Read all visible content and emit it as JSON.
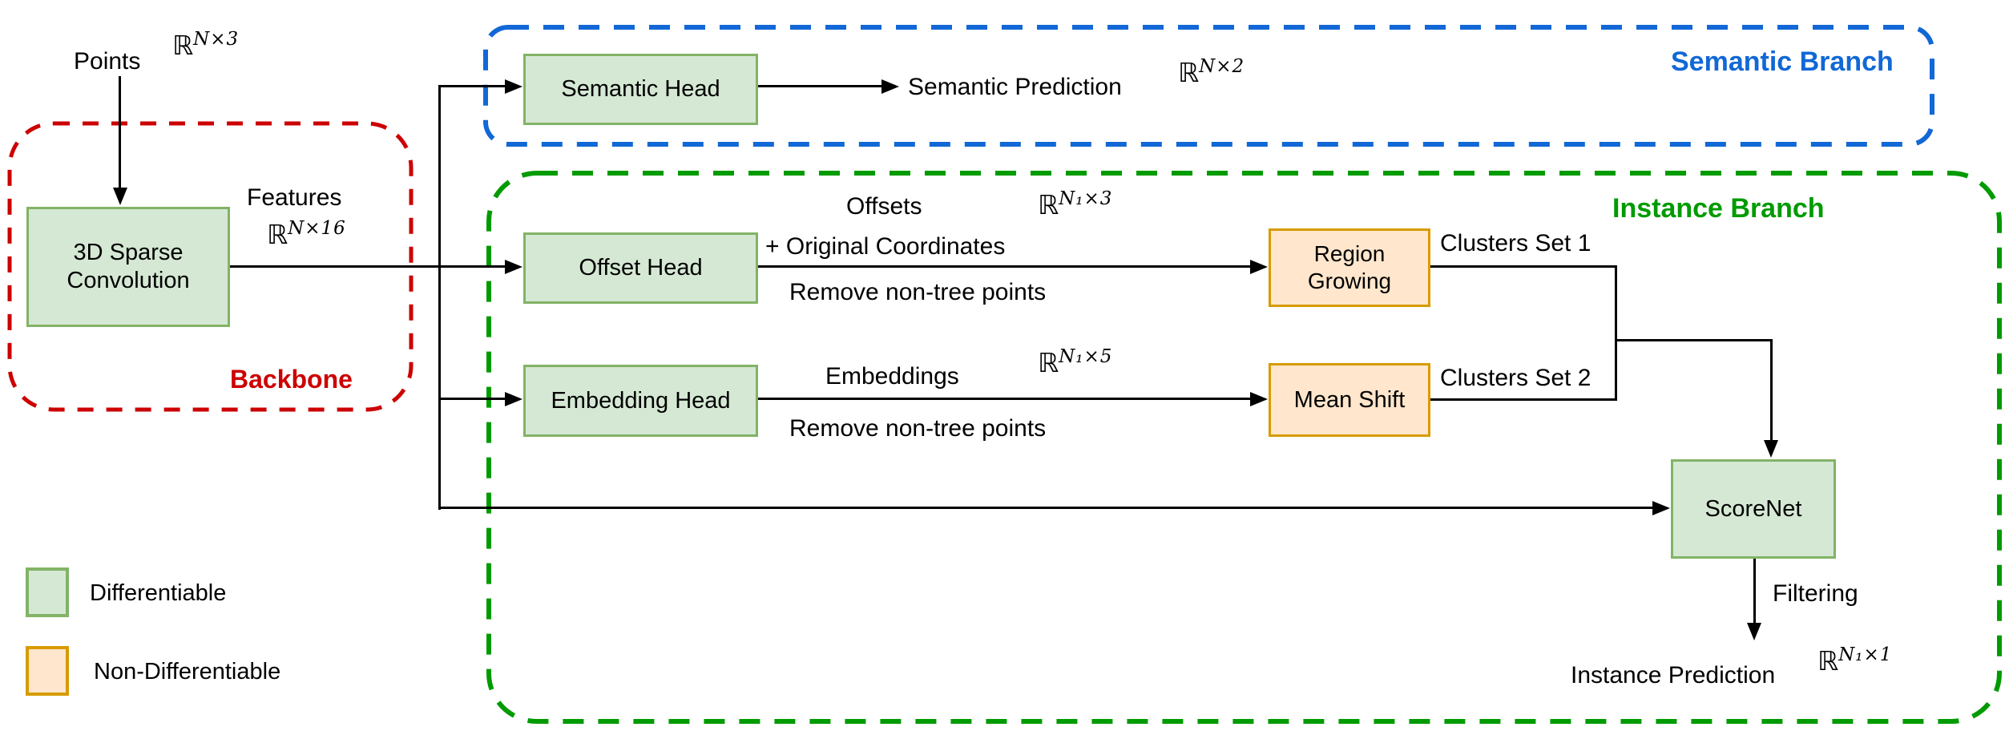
{
  "diagram": {
    "math": {
      "bb_r": "ℝ"
    },
    "input": {
      "label": "Points",
      "dim_exp": "N×3"
    },
    "backbone": {
      "region_label": "Backbone",
      "node_line1": "3D Sparse",
      "node_line2": "Convolution",
      "features_label": "Features",
      "features_dim_exp": "N×16"
    },
    "semantic_branch": {
      "region_label": "Semantic Branch",
      "head": "Semantic Head",
      "prediction": "Semantic Prediction",
      "prediction_dim_exp": "N×2"
    },
    "instance_branch": {
      "region_label": "Instance Branch",
      "offset_head": "Offset Head",
      "offsets_label": "Offsets",
      "plus_original": "+ Original Coordinates",
      "remove_non_tree_1": "Remove non-tree points",
      "offsets_dim_exp": "N₁×3",
      "region_growing": "Region Growing",
      "clusters_set_1": "Clusters Set 1",
      "embedding_head": "Embedding Head",
      "embeddings_label": "Embeddings",
      "remove_non_tree_2": "Remove non-tree points",
      "embeddings_dim_exp": "N₁×5",
      "mean_shift": "Mean Shift",
      "clusters_set_2": "Clusters Set 2",
      "scorenet": "ScoreNet",
      "filtering": "Filtering",
      "instance_prediction": "Instance Prediction",
      "instance_dim_exp": "N₁×1"
    },
    "legend": {
      "differentiable": "Differentiable",
      "non_differentiable": "Non-Differentiable"
    },
    "colors": {
      "differentiable_fill": "#D5E8D4",
      "differentiable_stroke": "#82B366",
      "non_differentiable_fill": "#FFE6CC",
      "non_differentiable_stroke": "#D79B00",
      "backbone_red": "#CC0000",
      "semantic_blue": "#1168D6",
      "instance_green": "#009B00",
      "connector_black": "#000000"
    }
  }
}
